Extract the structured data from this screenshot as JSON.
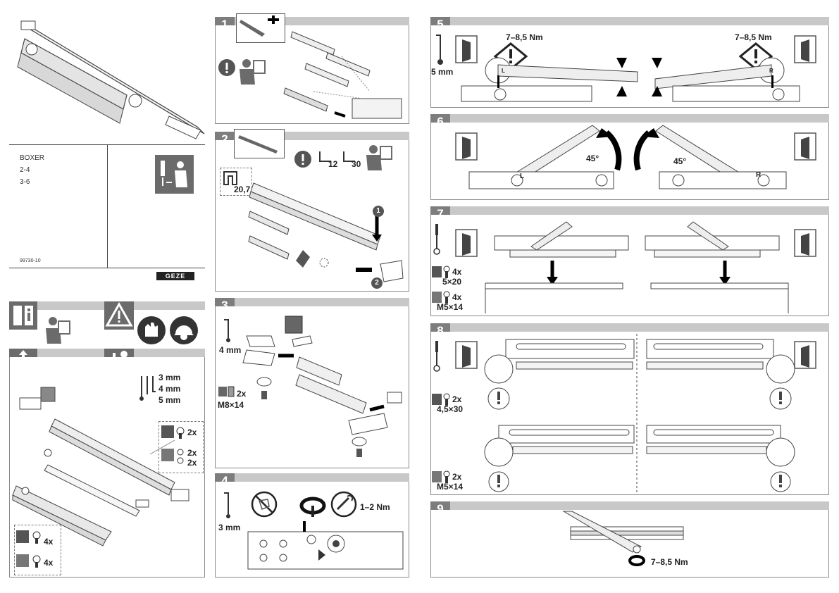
{
  "cover": {
    "product": "BOXER",
    "sizes": [
      "2-4",
      "3-6"
    ],
    "doc_number": "99730-10",
    "brand": "GEZE"
  },
  "tools": {
    "allen_3": "3 mm",
    "allen_4": "4 mm",
    "allen_5": "5 mm"
  },
  "parts": {
    "count_2x_a": "2x",
    "count_2x_b": "2x",
    "count_2x_c": "2x",
    "count_4x_a": "4x",
    "count_4x_b": "4x"
  },
  "steps": [
    {
      "number": "1"
    },
    {
      "number": "2",
      "dim_a": "20,7",
      "dim_b": "12",
      "dim_c": "30",
      "sub1": "1",
      "sub2": "2"
    },
    {
      "number": "3",
      "tool": "4 mm",
      "qty": "2x",
      "screw": "M8×14"
    },
    {
      "number": "4",
      "tool": "3 mm",
      "torque": "1–2 Nm"
    },
    {
      "number": "5",
      "tool": "5 mm",
      "torque_left": "7–8,5 Nm",
      "torque_right": "7–8,5 Nm",
      "mark_l": "L",
      "mark_r": "R"
    },
    {
      "number": "6",
      "angle_left": "45°",
      "angle_right": "45°",
      "mark_l": "L",
      "mark_r": "R"
    },
    {
      "number": "7",
      "qty_a": "4x",
      "screw_a": "5×20",
      "qty_b": "4x",
      "screw_b": "M5×14"
    },
    {
      "number": "8",
      "qty_a": "2x",
      "screw_a": "4,5×30",
      "qty_b": "2x",
      "screw_b": "M5×14"
    },
    {
      "number": "9",
      "torque": "7–8,5 Nm"
    }
  ],
  "colors": {
    "bar": "#c8c8c8",
    "badge": "#7d7d7d",
    "icon": "#6b6b6b"
  }
}
